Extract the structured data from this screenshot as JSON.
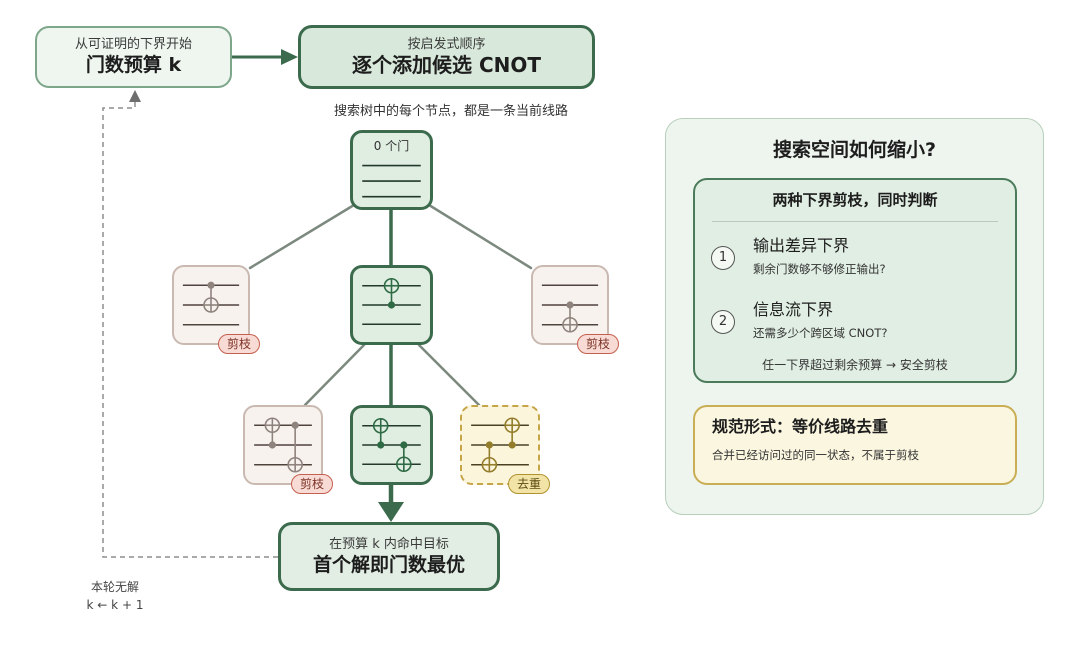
{
  "flow": {
    "start": {
      "subtitle": "从可证明的下界开始",
      "title": "门数预算 k"
    },
    "expand": {
      "subtitle": "按启发式顺序",
      "title": "逐个添加候选 CNOT"
    },
    "goal": {
      "subtitle": "在预算 k 内命中目标",
      "title": "首个解即门数最优"
    },
    "retry": {
      "line1": "本轮无解",
      "line2": "k ← k + 1"
    }
  },
  "tree": {
    "caption": "搜索树中的每个节点，都是一条当前线路",
    "wires": 3,
    "root": {
      "label": "0 个门",
      "gates": []
    },
    "level1": [
      {
        "gates": [
          {
            "control": 0,
            "target": 1
          }
        ]
      },
      {
        "gates": [
          {
            "control": 1,
            "target": 0
          }
        ]
      },
      {
        "gates": [
          {
            "control": 1,
            "target": 2
          }
        ]
      }
    ],
    "level2": [
      {
        "gates": [
          {
            "control": 1,
            "target": 0
          },
          {
            "control": 0,
            "target": 2
          }
        ]
      },
      {
        "gates": [
          {
            "control": 1,
            "target": 0
          },
          {
            "control": 1,
            "target": 2
          }
        ]
      },
      {
        "gates": [
          {
            "control": 1,
            "target": 2
          },
          {
            "control": 1,
            "target": 0
          }
        ]
      }
    ],
    "badges": {
      "pruned": "剪枝",
      "dedup": "去重"
    }
  },
  "panel": {
    "title": "搜索空间如何缩小?",
    "bounds": {
      "title": "两种下界剪枝，同时判断",
      "items": [
        {
          "number": "1",
          "title": "输出差异下界",
          "desc": "剩余门数够不够修正输出?"
        },
        {
          "number": "2",
          "title": "信息流下界",
          "desc": "还需多少个跨区域 CNOT?"
        }
      ],
      "footer": "任一下界超过剩余预算 → 安全剪枝"
    },
    "canonical": {
      "title": "规范形式：等价线路去重",
      "desc": "合并已经访问过的同一状态，不属于剪枝"
    }
  },
  "colors": {
    "accent": "#3b6b4c",
    "pruned": "#c4604f",
    "dedup": "#b0932f"
  }
}
